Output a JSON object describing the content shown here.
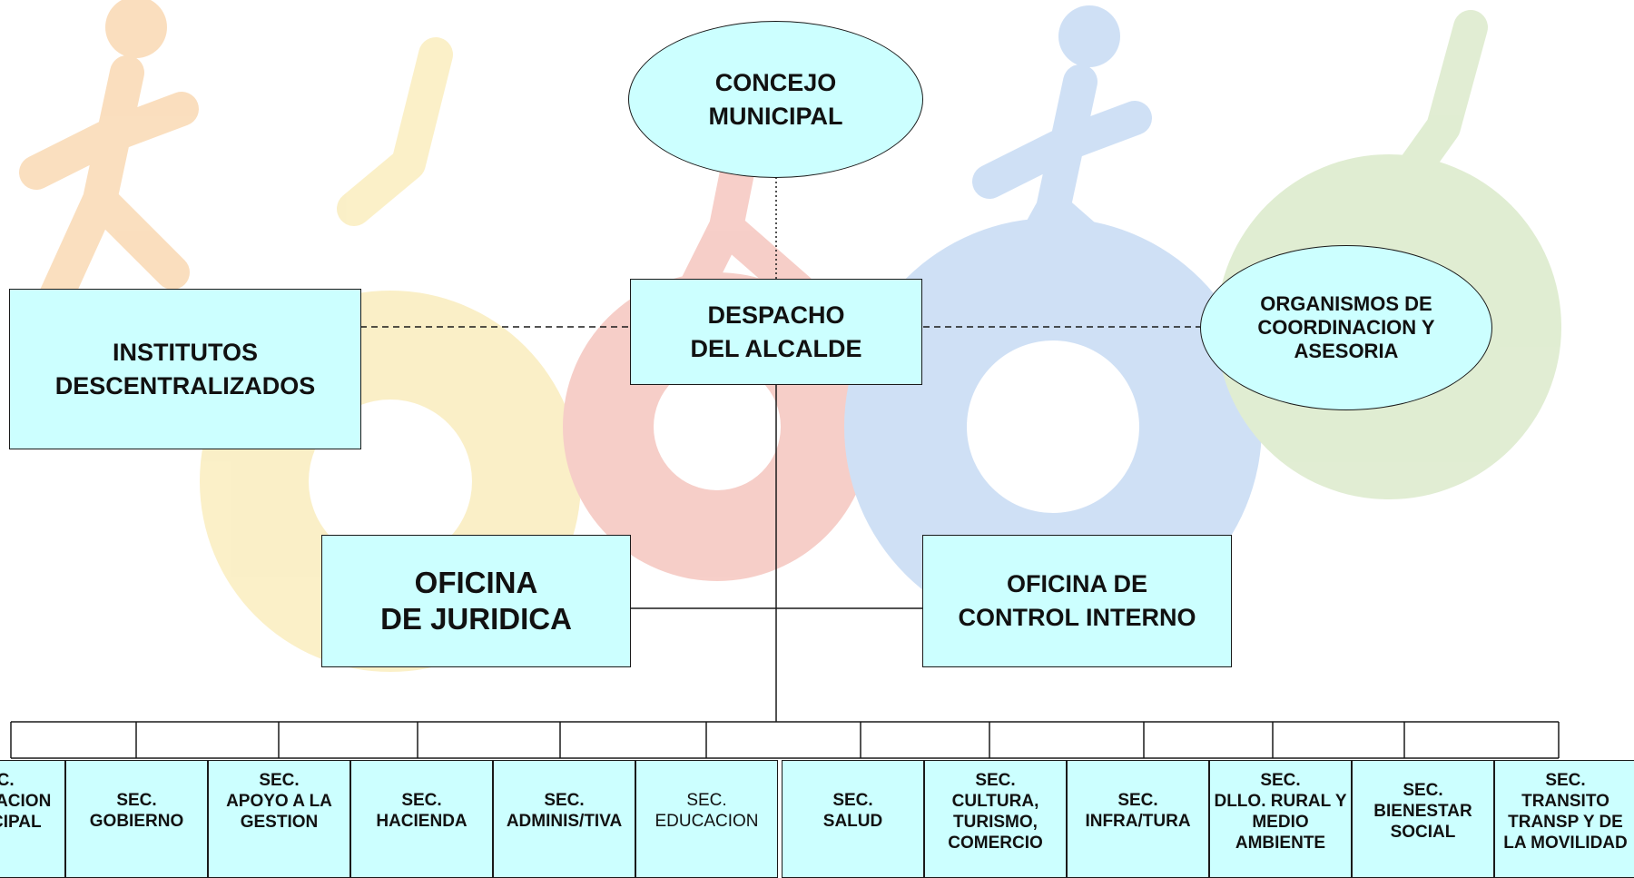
{
  "colors": {
    "box_fill": "#ccffff",
    "box_border": "#1a1a1a",
    "background_gear_colors": [
      "#f6c48a",
      "#f0a79c",
      "#a9c8ee",
      "#c8dfae",
      "#f7e39a"
    ]
  },
  "background": {
    "decorative_icons": [
      "gear-icon",
      "gear-icon",
      "gear-icon",
      "gear-icon",
      "running-person-icon",
      "running-person-icon"
    ]
  },
  "nodes": {
    "concejo": "CONCEJO\nMUNICIPAL",
    "despacho": "DESPACHO\nDEL ALCALDE",
    "institutos": "INSTITUTOS\nDESCENTRALIZADOS",
    "organismos": "ORGANISMOS DE\nCOORDINACION Y\nASESORIA",
    "juridica": "OFICINA\nDE JURIDICA",
    "control": "OFICINA DE\nCONTROL INTERNO"
  },
  "secretarias": [
    "SEC.\nPLANEACION\nMUNICIPAL",
    "SEC.\nGOBIERNO",
    "SEC.\nAPOYO A LA\nGESTION",
    "SEC.\nHACIENDA",
    "SEC.\nADMINIS/TIVA",
    "SEC.\nEDUCACION",
    "SEC.\nSALUD",
    "SEC.\nCULTURA,\nTURISMO,\nCOMERCIO",
    "SEC.\nINFRA/TURA",
    "SEC.\nDLLO. RURAL Y\nMEDIO\nAMBIENTE",
    "SEC.\nBIENESTAR\nSOCIAL",
    "SEC.\nTRANSITO\nTRANSP Y DE\nLA MOVILIDAD"
  ]
}
